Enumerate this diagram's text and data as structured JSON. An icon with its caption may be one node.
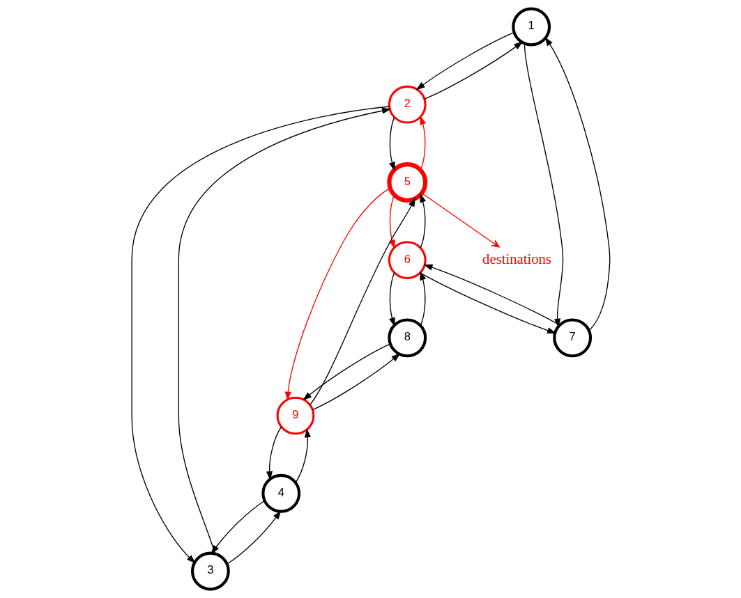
{
  "diagram": {
    "nodes": [
      {
        "text": [
          "1"
        ]
      },
      {
        "text": [
          "2"
        ]
      },
      {
        "text": [
          "3"
        ]
      },
      {
        "text": [
          "4"
        ]
      },
      {
        "text": [
          "5"
        ]
      },
      {
        "text": [
          "6"
        ]
      },
      {
        "text": [
          "7"
        ]
      },
      {
        "text": [
          "8"
        ]
      },
      {
        "text": [
          "9"
        ]
      },
      {
        "text": [
          "destinations"
        ]
      }
    ],
    "edges": [
      {
        "from": 0,
        "to": 1,
        "arrow": "to"
      },
      {
        "from": 1,
        "to": 0,
        "arrow": "to"
      },
      {
        "from": 1,
        "to": 2,
        "arrow": "to"
      },
      {
        "from": 2,
        "to": 1,
        "arrow": "to"
      },
      {
        "from": 2,
        "to": 3,
        "arrow": "to"
      },
      {
        "from": 3,
        "to": 2,
        "arrow": "to"
      },
      {
        "from": 1,
        "to": 4,
        "arrow": "to"
      },
      {
        "from": 4,
        "to": 1,
        "arrow": "to",
        "color": "#ff0000"
      },
      {
        "from": 0,
        "to": 6,
        "arrow": "to"
      },
      {
        "from": 6,
        "to": 0,
        "arrow": "to"
      },
      {
        "from": 6,
        "to": 5,
        "arrow": "to"
      },
      {
        "from": 5,
        "to": 6,
        "arrow": "to"
      },
      {
        "from": 5,
        "to": 4,
        "arrow": "to"
      },
      {
        "from": 4,
        "to": 5,
        "arrow": "to",
        "color": "#ff0000"
      },
      {
        "from": 5,
        "to": 7,
        "arrow": "to"
      },
      {
        "from": 7,
        "to": 5,
        "arrow": "to"
      },
      {
        "from": 7,
        "to": 8,
        "arrow": "to"
      },
      {
        "from": 8,
        "to": 7,
        "arrow": "to"
      },
      {
        "from": 8,
        "to": 4,
        "arrow": "to"
      },
      {
        "from": 4,
        "to": 8,
        "arrow": "to",
        "color": "#ff0000"
      },
      {
        "from": 8,
        "to": 3,
        "arrow": "to"
      },
      {
        "from": 3,
        "to": 8,
        "arrow": "to"
      },
      {
        "from": 4,
        "to": 9,
        "arrow": "to",
        "color": "#ff0000"
      }
    ]
  }
}
